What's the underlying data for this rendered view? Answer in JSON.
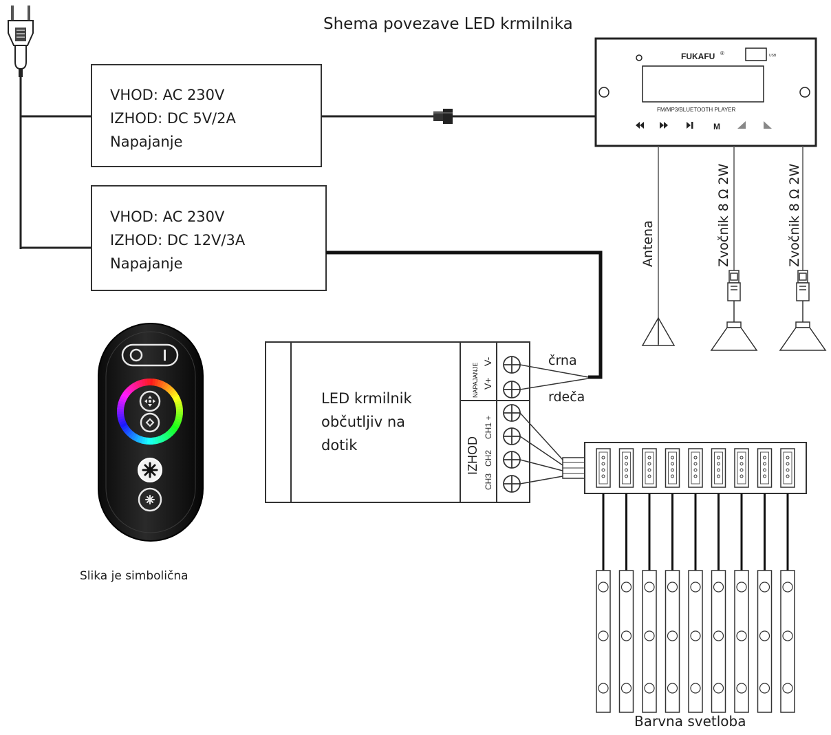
{
  "title": "Shema povezave LED krmilnika",
  "psu_5v": {
    "line1": "VHOD: AC 230V",
    "line2": "IZHOD: DC 5V/2A",
    "line3": "Napajanje"
  },
  "psu_12v": {
    "line1": "VHOD: AC 230V",
    "line2": "IZHOD: DC 12V/3A",
    "line3": "Napajanje"
  },
  "player": {
    "brand": "FUKAFU",
    "brand_mark": "®",
    "usb": "USB",
    "subtitle": "FM/MP3/BLUETOOTH PLAYER",
    "buttons": [
      "prev-icon",
      "next-icon",
      "play-pause-icon",
      "mode-icon",
      "volume-down-icon",
      "volume-up-icon"
    ],
    "mode_glyph": "M"
  },
  "antenna_label": "Antena",
  "speaker1_label": "Zvočnik 8 Ω 2W",
  "speaker2_label": "Zvočnik 8 Ω 2W",
  "controller": {
    "text1": "LED krmilnik",
    "text2": "občutljiv na",
    "text3": "dotik",
    "power_label": "NAPAJANJE",
    "v_plus": "V+",
    "v_minus": "V-",
    "output_label": "IZHOD",
    "ch1": "CH1 +",
    "ch2": "CH2",
    "ch3": "CH3"
  },
  "wire_black": "črna",
  "wire_red": "rdeča",
  "remote_caption": "Slika je simbolična",
  "strips_label": "Barvna svetloba",
  "strip_count": 9
}
